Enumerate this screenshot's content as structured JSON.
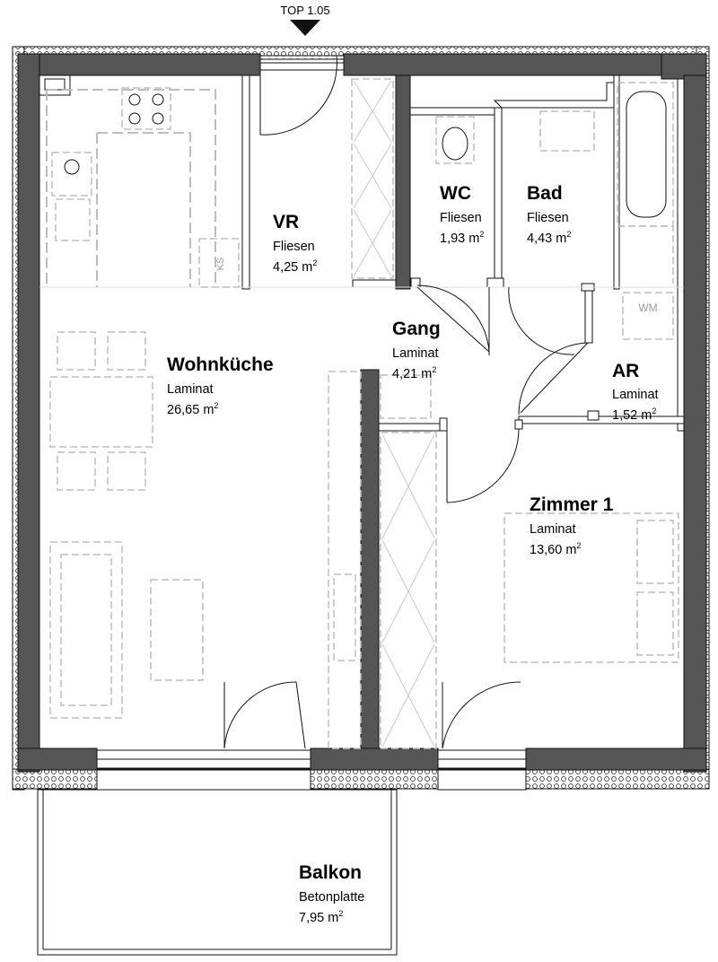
{
  "entrance": {
    "label": "TOP 1.05"
  },
  "rooms": {
    "vr": {
      "name": "VR",
      "floor": "Fliesen",
      "area": "4,25 m",
      "unit_sup": "2"
    },
    "wc": {
      "name": "WC",
      "floor": "Fliesen",
      "area": "1,93 m",
      "unit_sup": "2"
    },
    "bad": {
      "name": "Bad",
      "floor": "Fliesen",
      "area": "4,43 m",
      "unit_sup": "2"
    },
    "gang": {
      "name": "Gang",
      "floor": "Laminat",
      "area": "4,21 m",
      "unit_sup": "2"
    },
    "wohnkueche": {
      "name": "Wohnküche",
      "floor": "Laminat",
      "area": "26,65 m",
      "unit_sup": "2"
    },
    "ar": {
      "name": "AR",
      "floor": "Laminat",
      "area": "1,52 m",
      "unit_sup": "2"
    },
    "zimmer1": {
      "name": "Zimmer 1",
      "floor": "Laminat",
      "area": "13,60 m",
      "unit_sup": "2"
    },
    "balkon": {
      "name": "Balkon",
      "floor": "Betonplatte",
      "area": "7,95 m",
      "unit_sup": "2"
    }
  },
  "fixtures": {
    "washing_machine": "WM",
    "fridge": "KS"
  },
  "colors": {
    "wall": "#555555",
    "insulation": "#ffffff",
    "furniture": "#bdbdbd",
    "background": "#ffffff"
  }
}
